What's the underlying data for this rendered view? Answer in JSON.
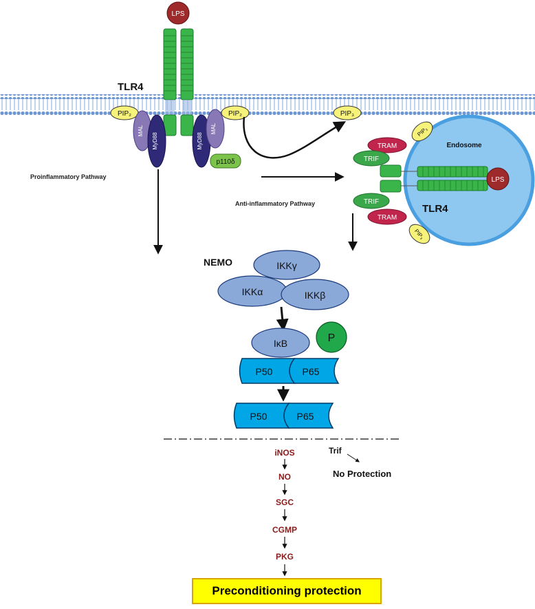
{
  "labels": {
    "lps_top": "LPS",
    "tlr4_membrane": "TLR4",
    "pip2_left": "PIP₂",
    "pip2_right": "PIP₂",
    "pip3_arrow": "PIP₃",
    "mal_left": "MAL",
    "myd88_left": "MyD88",
    "myd88_right": "MyD88",
    "mal_right": "MAL",
    "p110": "p110δ",
    "proinflammatory": "Proinflammatory Pathway",
    "antiinflammatory": "Anti-inflammatory Pathway",
    "endosome": "Endosome",
    "tram_top": "TRAM",
    "trif_top": "TRIF",
    "trif_bottom": "TRIF",
    "tram_bottom": "TRAM",
    "pip3_top": "PIP₃",
    "pip3_bottom": "PIP₃",
    "lps_endosome": "LPS",
    "tlr4_endosome": "TLR4",
    "nemo": "NEMO",
    "ikk_gamma": "IKKγ",
    "ikk_alpha": "IKKα",
    "ikk_beta": "IKKβ",
    "ikb": "IκB",
    "phospho": "P",
    "p50_1": "P50",
    "p65_1": "P65",
    "p50_2": "P50",
    "p65_2": "P65",
    "inos": "iNOS",
    "no": "NO",
    "sgc": "SGC",
    "cgmp": "CGMP",
    "pkg": "PKG",
    "trif_label": "Trif",
    "no_protection": "No Protection",
    "preconditioning": "Preconditioning protection"
  },
  "colors": {
    "membrane": "#7fa4d8",
    "receptor_green": "#39b54a",
    "lps_red": "#9e2a2b",
    "mal_purple": "#8878b5",
    "myd88_navy": "#2e2a78",
    "pip_yellow": "#f7f37a",
    "tram_red": "#c1254c",
    "trif_green": "#3aa84a",
    "endosome_blue": "#8ec7ef",
    "ikk_blue": "#8aa9d8",
    "p50_cyan": "#00a6e6",
    "cascade_text": "#8b1a1a",
    "phospho_green": "#20a84a",
    "highlight_yellow": "#ffff00"
  }
}
